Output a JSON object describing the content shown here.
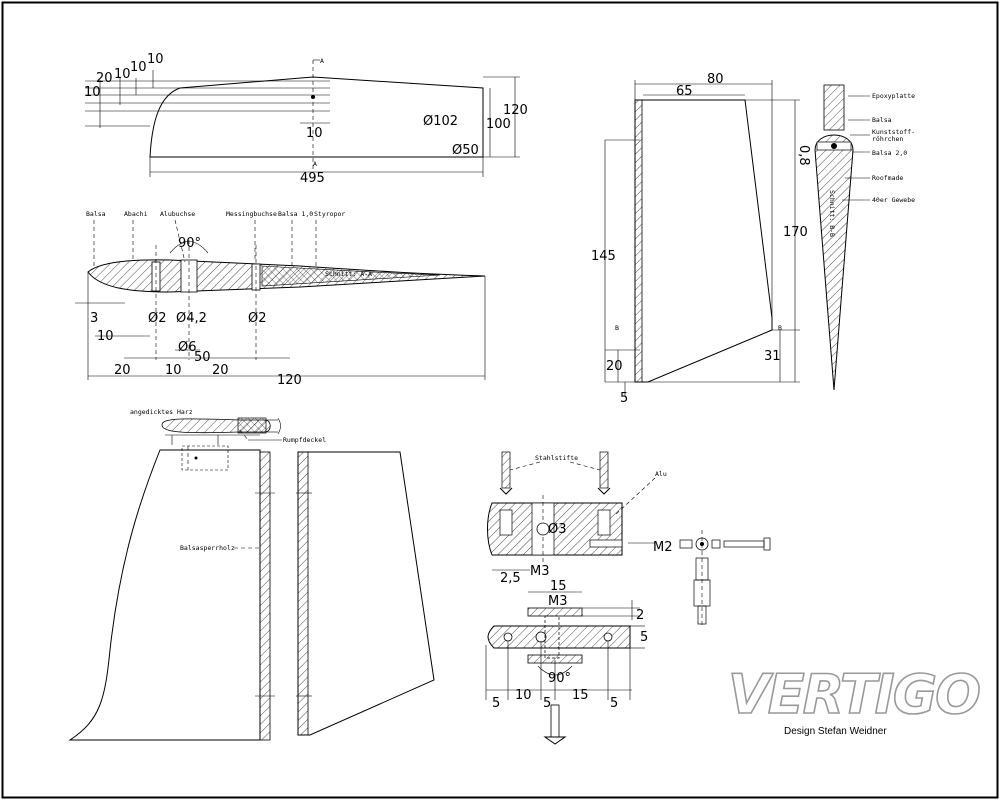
{
  "labels": {
    "section_aa": "Schnitt: A-A",
    "section_bb": "Schnitt: B-B",
    "balsa": "Balsa",
    "abachi": "Abachi",
    "alubuchse": "Alubuchse",
    "messingbuchse": "Messingbuchse",
    "balsa_1_0": "Balsa 1,0",
    "styropor": "Styropor",
    "epoxyplatte": "Epoxyplatte",
    "balsa_r": "Balsa",
    "kunststoff1": "Kunststoff-",
    "kunststoff2": "röhrchen",
    "balsa_2_0": "Balsa 2,0",
    "roofmade": "Roofmade",
    "gewebe": "40er Gewebe",
    "angedicktes_harz": "angedicktes Harz",
    "rumpfdeckel": "Rumpfdeckel",
    "balsasperrholz": "Balsasperrholz",
    "stahlstifte": "Stahlstifte",
    "alu": "Alu",
    "a_mark": "A",
    "b_mark": "B"
  },
  "dims": {
    "d10a": "10",
    "d10b": "10",
    "d10c": "10",
    "d10d": "10",
    "d20": "20",
    "d10_under": "10",
    "dia102": "Ø102",
    "dia50": "Ø50",
    "d100": "100",
    "d120": "120",
    "d495": "495",
    "d3": "3",
    "d10_left": "10",
    "dia2a": "Ø2",
    "dia42": "Ø4,2",
    "dia2b": "Ø2",
    "dia6": "Ø6",
    "d50": "50",
    "d20a": "20",
    "d10m": "10",
    "d20b": "20",
    "d120b": "120",
    "angle90": "90°",
    "d80": "80",
    "d65": "65",
    "d145": "145",
    "d170": "170",
    "d20r": "20",
    "d5r": "5",
    "d31": "31",
    "d08": "0,8",
    "dia3": "Ø3",
    "m2": "M2",
    "m3a": "M3",
    "d2_5": "2,5",
    "d15": "15",
    "m3b": "M3",
    "d2": "2",
    "d5s": "5",
    "angle90b": "90°",
    "b5a": "5",
    "b10": "10",
    "b5b": "5",
    "b15": "15",
    "b5c": "5"
  },
  "brand": {
    "logo": "VERTIGO",
    "credit": "Design  Stefan Weidner"
  }
}
